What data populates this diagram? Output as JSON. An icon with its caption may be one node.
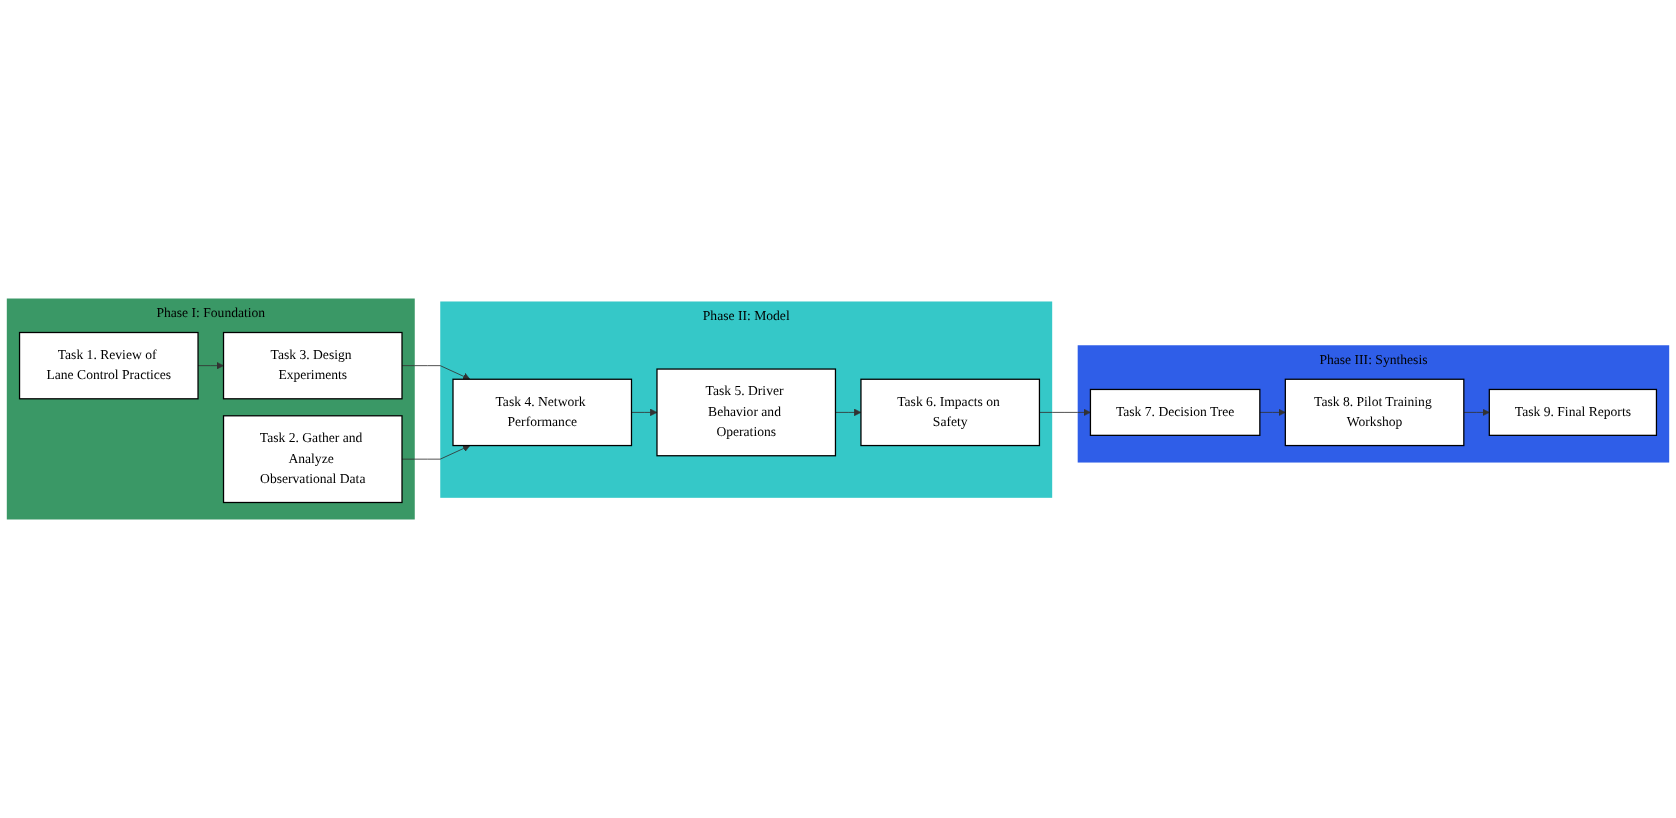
{
  "diagram": {
    "nodes": [
      {
        "text": [
          "Phase I: Foundation"
        ]
      },
      {
        "text": [
          "Task 1. Review of Lane Control Practices"
        ],
        "in": 0
      },
      {
        "text": [
          "Task 2. Gather and Analyze Observational Data"
        ],
        "in": 0
      },
      {
        "text": [
          "Task 3. Design Experiments"
        ],
        "in": 0
      },
      {
        "text": [
          "Phase II: Model"
        ]
      },
      {
        "text": [
          "Task 4. Network Performance"
        ],
        "in": 4
      },
      {
        "text": [
          "Task 5. Driver Behavior and Operations"
        ],
        "in": 4
      },
      {
        "text": [
          "Task 6. Impacts on Safety"
        ],
        "in": 4
      },
      {
        "text": [
          "Phase III: Synthesis"
        ]
      },
      {
        "text": [
          "Task 7. Decision Tree"
        ],
        "in": 8
      },
      {
        "text": [
          "Task 8. Pilot Training Workshop"
        ],
        "in": 8
      },
      {
        "text": [
          "Task 9. Final Reports"
        ],
        "in": 8
      }
    ],
    "edges": [
      {
        "from": 1,
        "to": 3,
        "arrow": "to"
      },
      {
        "from": 3,
        "to": 5,
        "arrow": "to"
      },
      {
        "from": 2,
        "to": 5,
        "arrow": "to"
      },
      {
        "from": 5,
        "to": 6,
        "arrow": "to"
      },
      {
        "from": 6,
        "to": 7,
        "arrow": "to"
      },
      {
        "from": 7,
        "to": 9,
        "arrow": "to"
      },
      {
        "from": 9,
        "to": 10,
        "arrow": "to"
      },
      {
        "from": 10,
        "to": 11,
        "arrow": "to"
      }
    ]
  }
}
